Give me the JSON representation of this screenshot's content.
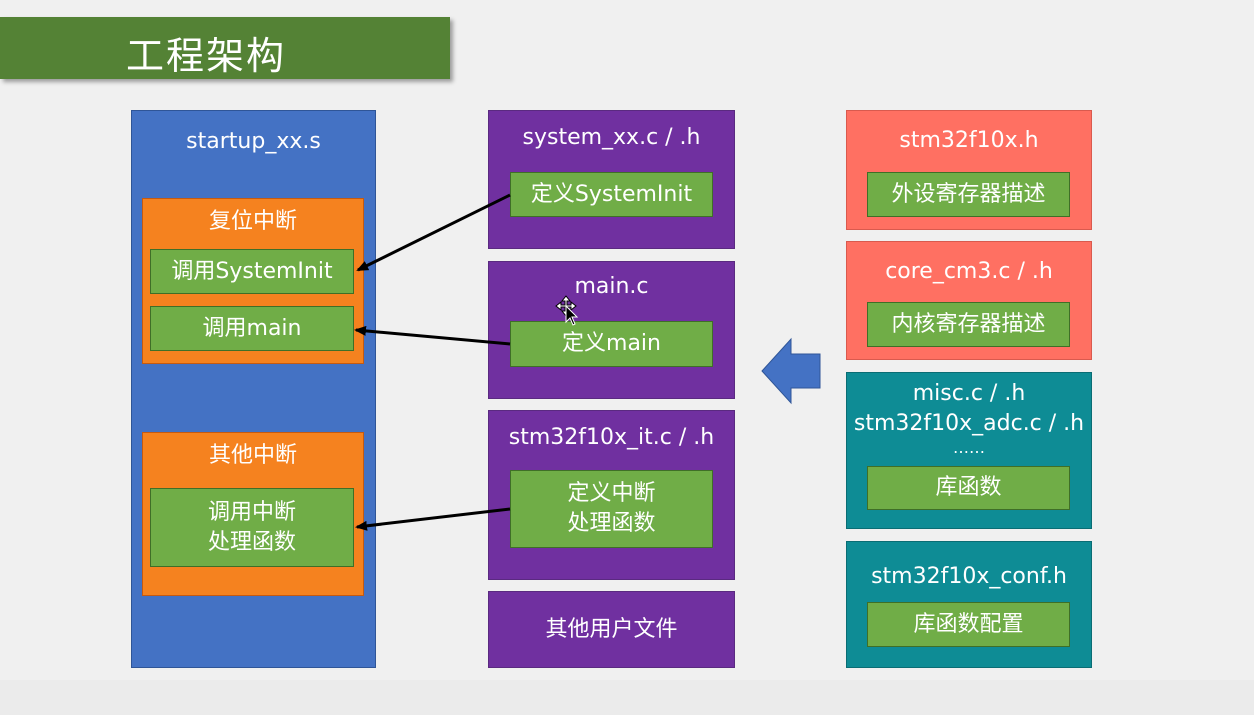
{
  "title": "工程架构",
  "startup": {
    "title": "startup_xx.s",
    "reset": {
      "title": "复位中断",
      "call_systeminit": "调用SystemInit",
      "call_main": "调用main"
    },
    "other": {
      "title": "其他中断",
      "call_handler_line1": "调用中断",
      "call_handler_line2": "处理函数"
    }
  },
  "middle": {
    "system": {
      "title": "system_xx.c / .h",
      "def": "定义SystemInit"
    },
    "main": {
      "title": "main.c",
      "def": "定义main"
    },
    "it": {
      "title": "stm32f10x_it.c / .h",
      "def_line1": "定义中断",
      "def_line2": "处理函数"
    },
    "user": {
      "title": "其他用户文件"
    }
  },
  "right": {
    "stm32": {
      "title": "stm32f10x.h",
      "desc": "外设寄存器描述"
    },
    "core": {
      "title": "core_cm3.c / .h",
      "desc": "内核寄存器描述"
    },
    "lib": {
      "line1": "misc.c / .h",
      "line2": "stm32f10x_adc.c / .h",
      "line3": "……",
      "desc": "库函数"
    },
    "conf": {
      "title": "stm32f10x_conf.h",
      "desc": "库函数配置"
    }
  },
  "colors": {
    "title_green": "#548235",
    "blue": "#4472c4",
    "orange": "#f5821f",
    "purple": "#7030a0",
    "salmon": "#ff7062",
    "teal": "#0e8c95",
    "inner_green": "#70ad47",
    "arrow_blue": "#4472c4"
  }
}
